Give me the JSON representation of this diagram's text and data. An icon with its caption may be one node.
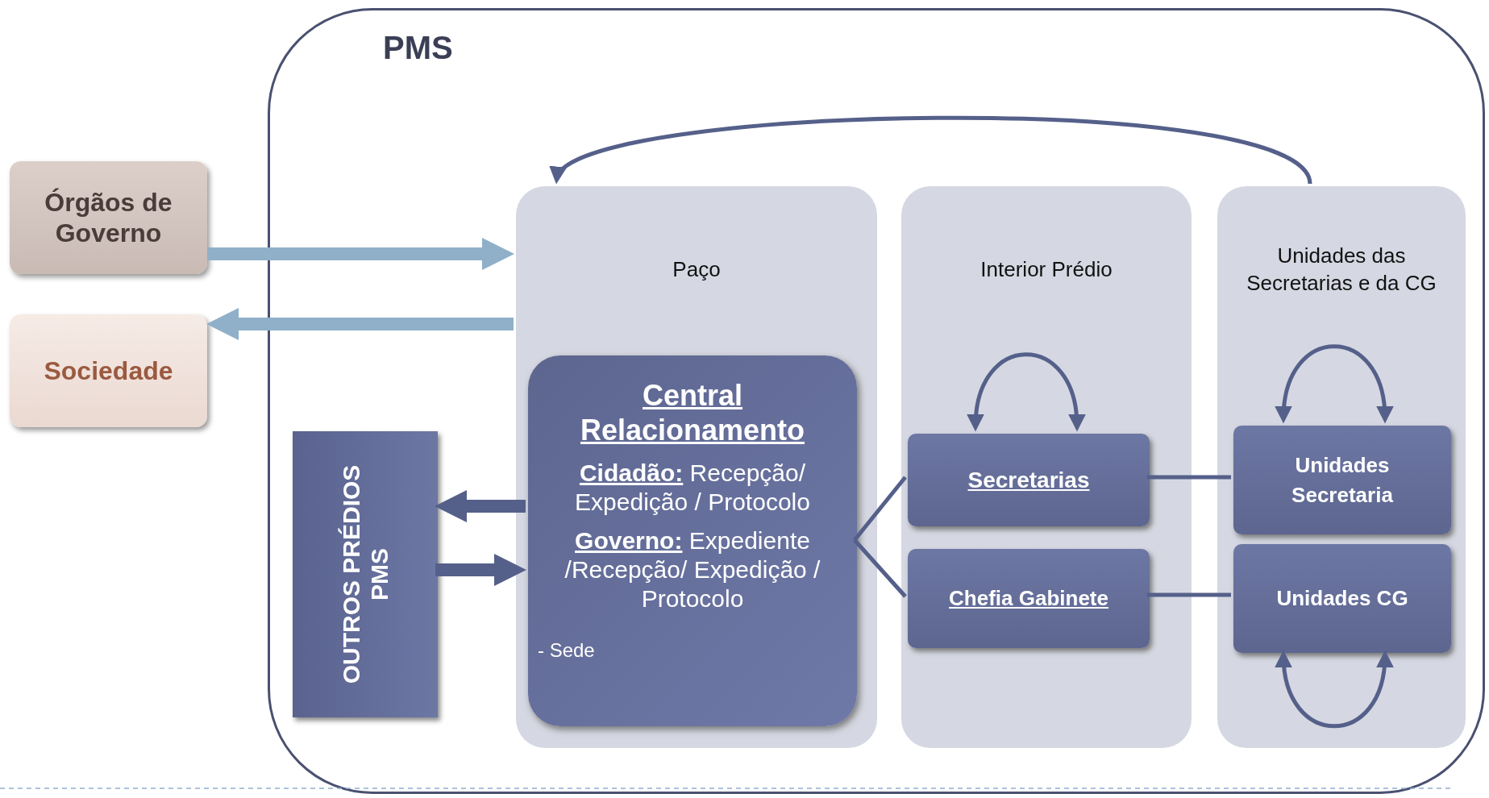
{
  "diagram": {
    "nodes": [
      {
        "text": [
          "PMS"
        ]
      },
      {
        "text": [
          "Órgãos de Governo"
        ]
      },
      {
        "text": [
          "Sociedade"
        ]
      },
      {
        "text": [
          "Paço"
        ],
        "in": 0
      },
      {
        "text": [
          "Interior Prédio"
        ],
        "in": 0
      },
      {
        "text": [
          "Unidades das Secretarias e da CG"
        ],
        "in": 0
      },
      {
        "text": [
          "OUTROS PRÉDIOS PMS"
        ],
        "in": 0
      },
      {
        "text": [
          "Central Relacionamento",
          "**Cidadão:** Recepção/ Expedição / Protocolo",
          "**Governo:** Expediente /Recepção/ Expedição / Protocolo",
          "- Sede"
        ],
        "in": 3
      },
      {
        "text": [
          "Secretarias"
        ],
        "in": 4
      },
      {
        "text": [
          "Chefia Gabinete"
        ],
        "in": 4
      },
      {
        "text": [
          "Unidades Secretaria"
        ],
        "in": 5
      },
      {
        "text": [
          "Unidades CG"
        ],
        "in": 5
      }
    ],
    "edges": [
      {
        "from": 1,
        "to": 3,
        "arrow": "to",
        "style": "thick",
        "color": "#8fb0c8"
      },
      {
        "from": 3,
        "to": 2,
        "arrow": "to",
        "style": "thick",
        "color": "#8fb0c8"
      },
      {
        "from": 5,
        "to": 3,
        "arrow": "to"
      },
      {
        "from": 6,
        "to": 7,
        "arrow": "to",
        "style": "thick"
      },
      {
        "from": 7,
        "to": 6,
        "arrow": "to",
        "style": "thick"
      },
      {
        "from": 7,
        "to": 8,
        "arrow": "none"
      },
      {
        "from": 7,
        "to": 9,
        "arrow": "none"
      },
      {
        "from": 8,
        "to": 10,
        "arrow": "none"
      },
      {
        "from": 9,
        "to": 11,
        "arrow": "none"
      },
      {
        "from": 8,
        "to": 8,
        "arrow": "both"
      },
      {
        "from": 10,
        "to": 10,
        "arrow": "both"
      },
      {
        "from": 11,
        "to": 11,
        "arrow": "both"
      }
    ]
  }
}
